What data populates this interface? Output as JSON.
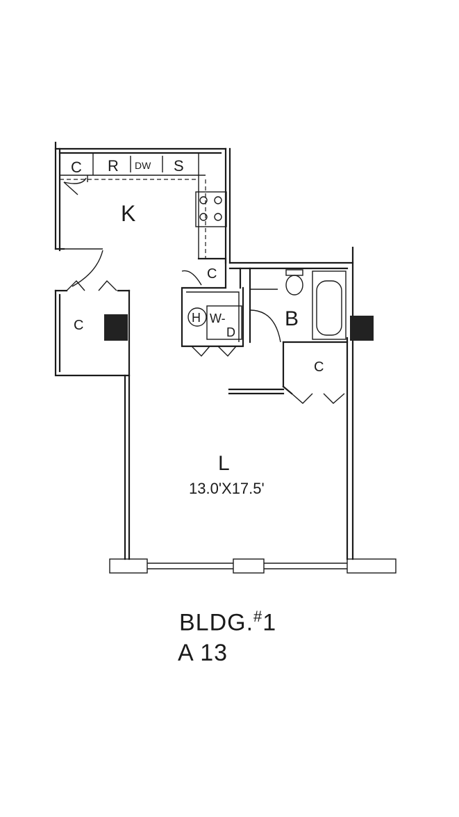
{
  "rooms": {
    "kitchen": "K",
    "bath": "B",
    "living": "L",
    "living_size": "13.0'X17.5'",
    "closet": "C",
    "refrigerator": "R",
    "dishwasher": "DW",
    "sink": "S",
    "water_heater": "H",
    "washer_dryer_w": "W-",
    "washer_dryer_d": "D"
  },
  "caption": {
    "building": "BLDG.",
    "building_num_sup": "#",
    "building_num": "1",
    "unit": "A 13"
  }
}
